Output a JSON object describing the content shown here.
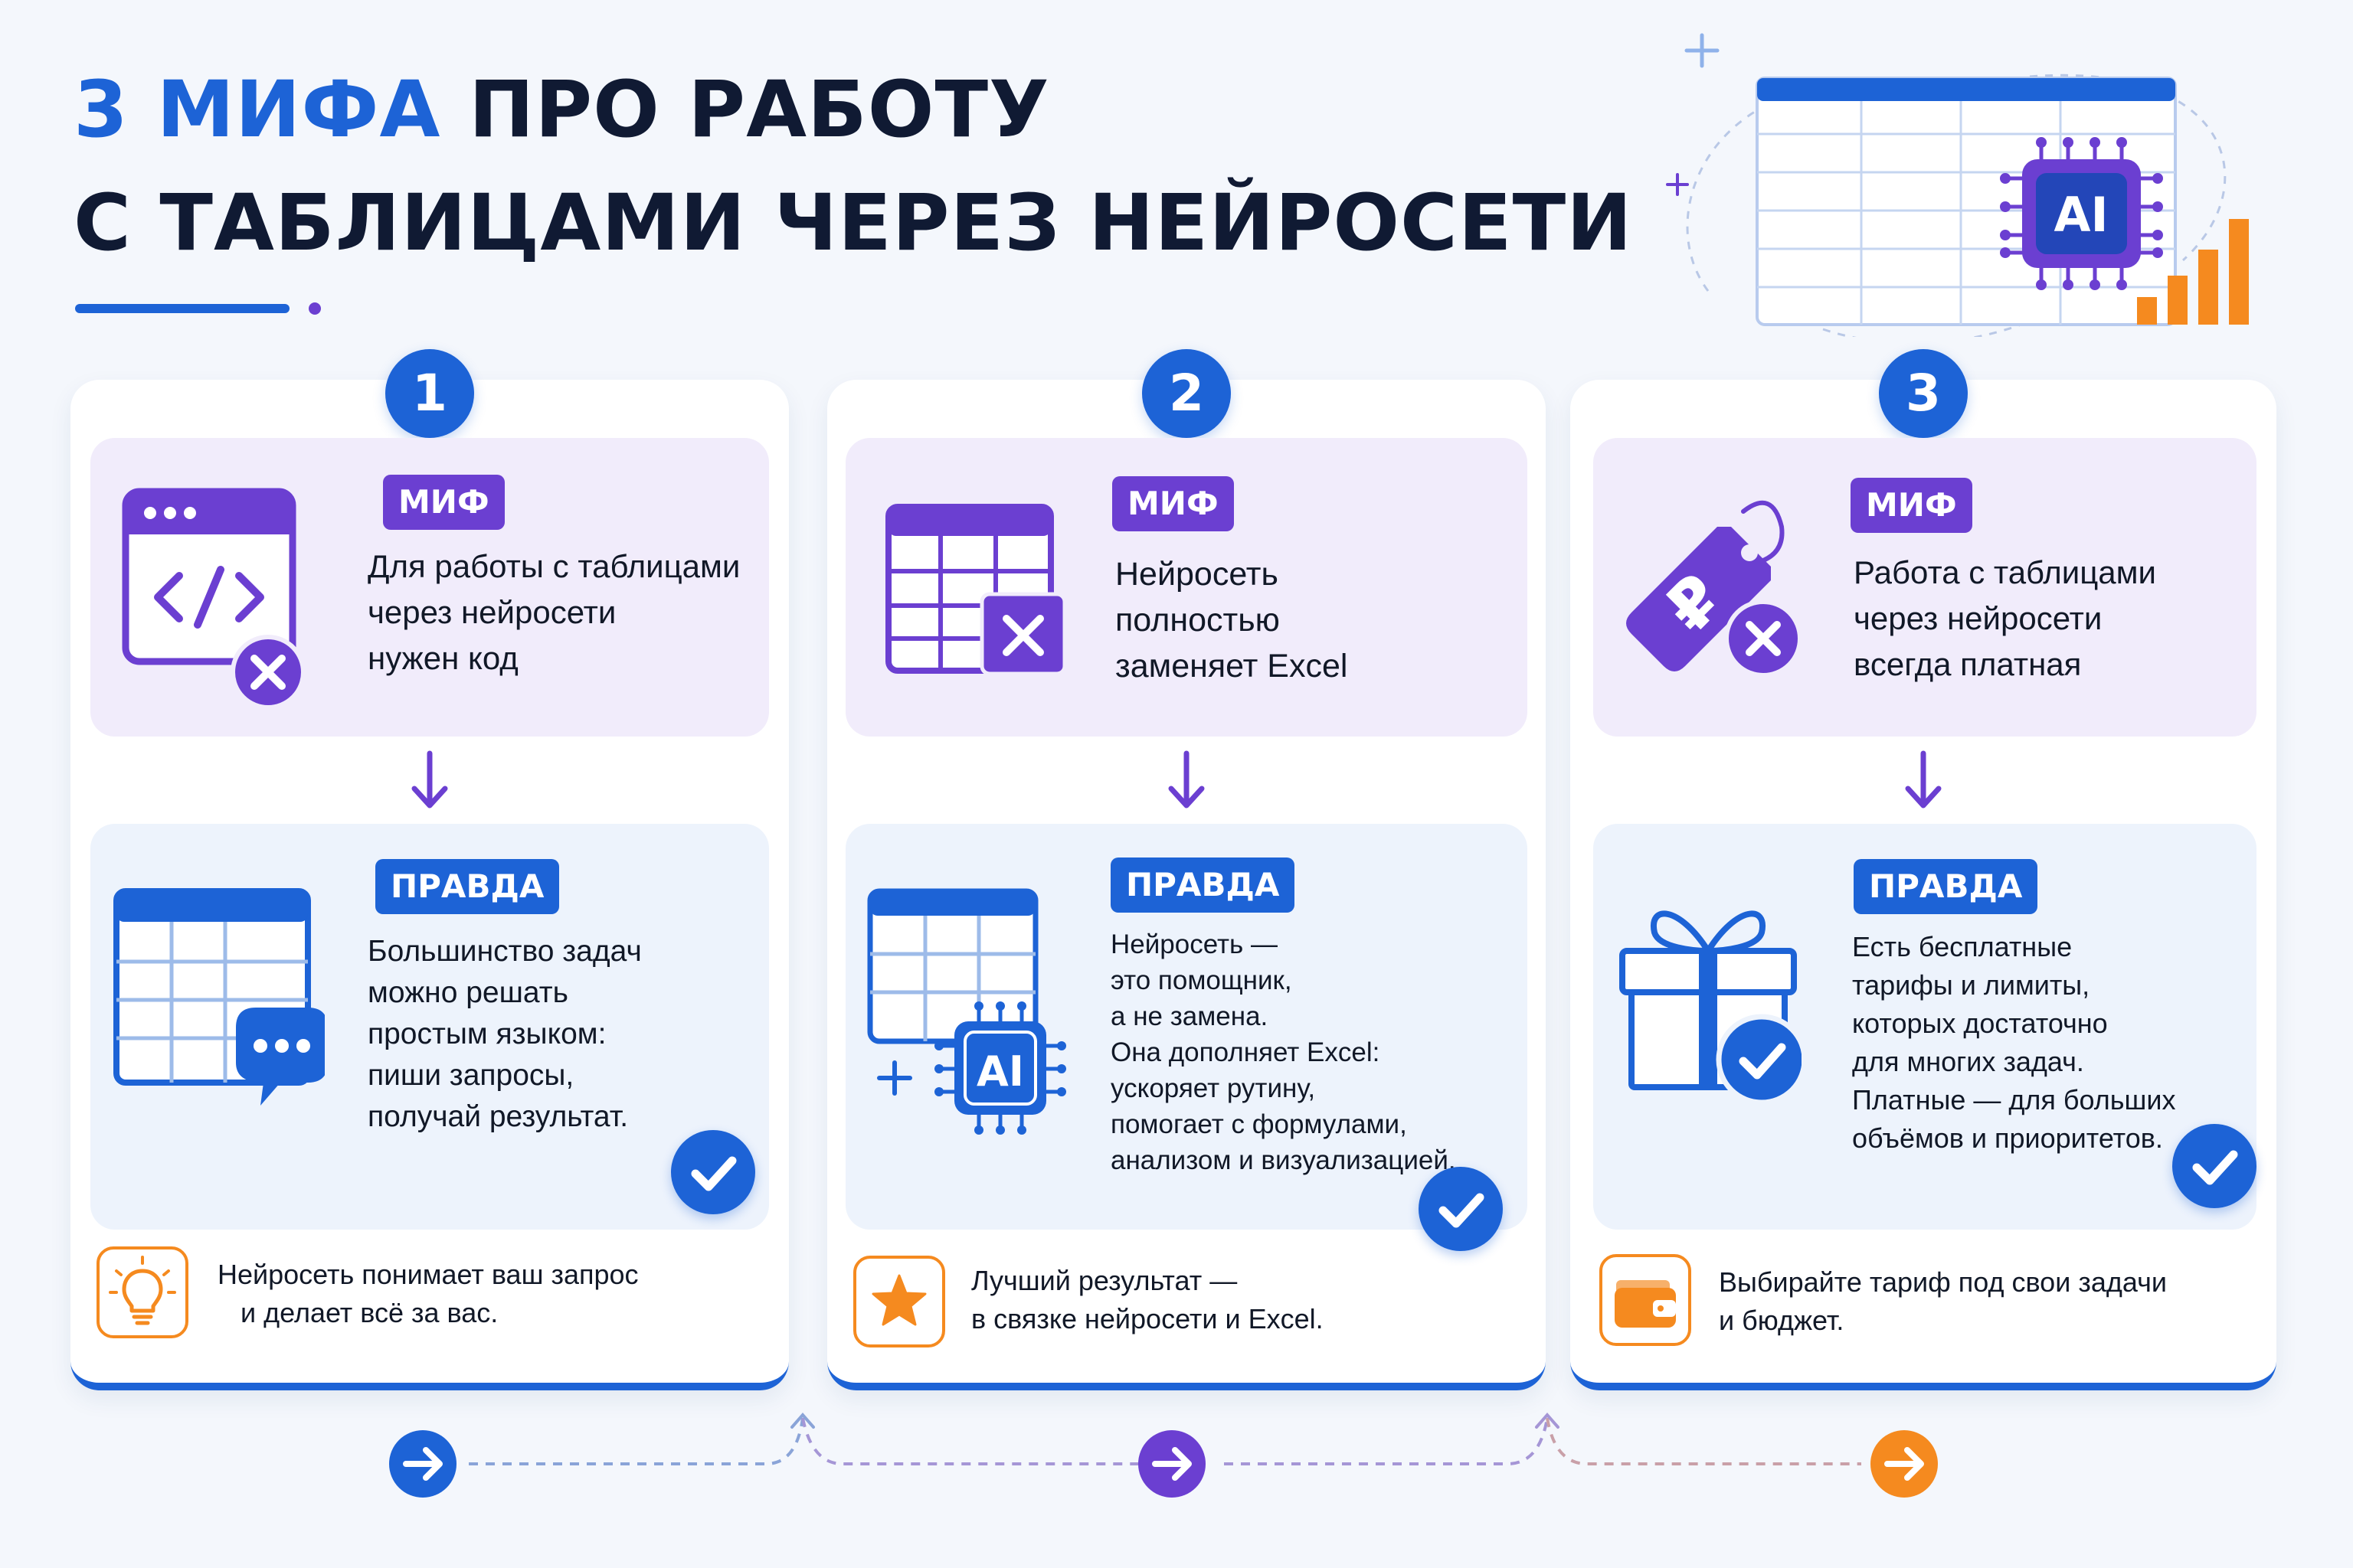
{
  "header": {
    "title_accent": "3 МИФА",
    "title_rest": " ПРО РАБОТУ",
    "title_line2": "С ТАБЛИЦАМИ ЧЕРЕЗ НЕЙРОСЕТИ",
    "hero_chip_label": "AI"
  },
  "colors": {
    "accent_blue": "#1d63d6",
    "accent_purple": "#6b3fd1",
    "accent_orange": "#f58a1f"
  },
  "cards": [
    {
      "number": "1",
      "myth_label": "МИФ",
      "myth_lines": [
        "Для работы с таблицами",
        "через нейросети",
        "нужен код"
      ],
      "myth_icon": "code-window-x-icon",
      "truth_label": "ПРАВДА",
      "truth_lines": [
        "Большинство задач",
        "можно решать",
        "простым языком:",
        "пиши запросы,",
        "получай результат."
      ],
      "truth_icon": "table-chat-icon",
      "tip_lines": [
        "Нейросеть понимает ваш запрос",
        "и делает всё за вас."
      ],
      "tip_icon": "lightbulb-icon"
    },
    {
      "number": "2",
      "myth_label": "МИФ",
      "myth_lines": [
        "Нейросеть",
        "полностью",
        "заменяет Excel"
      ],
      "myth_icon": "table-x-icon",
      "truth_label": "ПРАВДА",
      "truth_lines": [
        "Нейросеть —",
        "это помощник,",
        "а не замена.",
        "Она дополняет Excel:",
        "ускоряет рутину,",
        "помогает с формулами,",
        "анализом и визуализацией."
      ],
      "truth_icon": "table-ai-chip-icon",
      "truth_chip_label": "AI",
      "tip_lines": [
        "Лучший результат —",
        "в связке нейросети и Excel."
      ],
      "tip_icon": "star-icon"
    },
    {
      "number": "3",
      "myth_label": "МИФ",
      "myth_lines": [
        "Работа с таблицами",
        "через нейросети",
        "всегда платная"
      ],
      "myth_icon": "price-tag-ruble-x-icon",
      "myth_symbol": "₽",
      "truth_label": "ПРАВДА",
      "truth_lines": [
        "Есть бесплатные",
        "тарифы и лимиты,",
        "которых достаточно",
        "для многих задач.",
        "Платные — для больших",
        "объёмов и приоритетов."
      ],
      "truth_icon": "gift-check-icon",
      "tip_lines": [
        "Выбирайте тариф под свои задачи",
        "и бюджет."
      ],
      "tip_icon": "wallet-icon"
    }
  ]
}
